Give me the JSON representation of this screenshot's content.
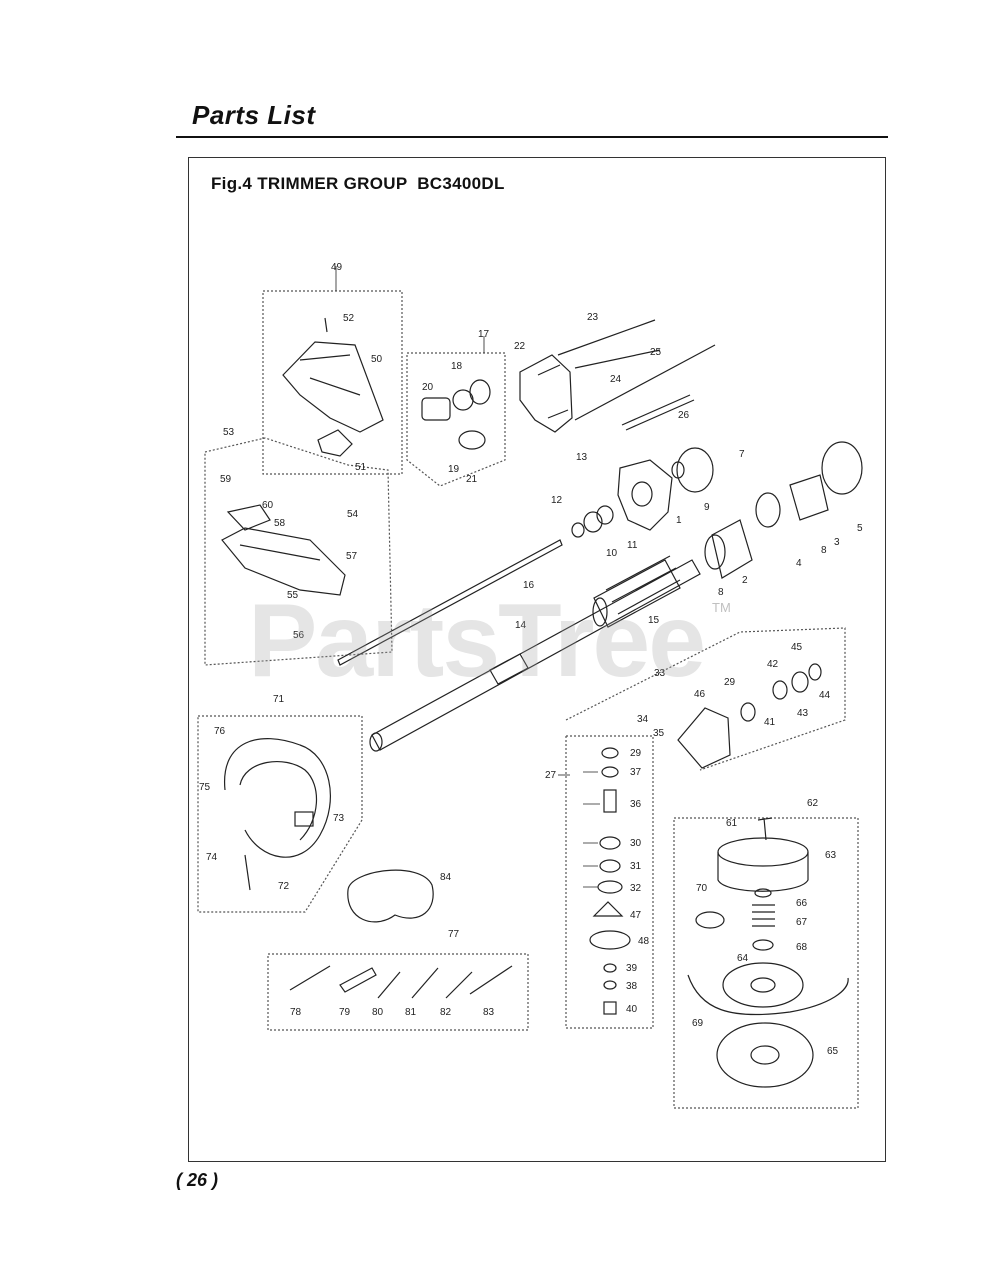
{
  "page": {
    "title": "Parts List",
    "figure_title": "Fig.4 TRIMMER GROUP  BC3400DL",
    "page_number": "( 26 )",
    "watermark": "PartsTree",
    "watermark_tm": "TM"
  },
  "callouts": [
    {
      "id": "49",
      "label": "49"
    },
    {
      "id": "52",
      "label": "52"
    },
    {
      "id": "50",
      "label": "50"
    },
    {
      "id": "51",
      "label": "51"
    },
    {
      "id": "17",
      "label": "17"
    },
    {
      "id": "18",
      "label": "18"
    },
    {
      "id": "20",
      "label": "20"
    },
    {
      "id": "19",
      "label": "19"
    },
    {
      "id": "21",
      "label": "21"
    },
    {
      "id": "22",
      "label": "22"
    },
    {
      "id": "23",
      "label": "23"
    },
    {
      "id": "24",
      "label": "24"
    },
    {
      "id": "25",
      "label": "25"
    },
    {
      "id": "26",
      "label": "26"
    },
    {
      "id": "53",
      "label": "53"
    },
    {
      "id": "59",
      "label": "59"
    },
    {
      "id": "60",
      "label": "60"
    },
    {
      "id": "58",
      "label": "58"
    },
    {
      "id": "54",
      "label": "54"
    },
    {
      "id": "57",
      "label": "57"
    },
    {
      "id": "55",
      "label": "55"
    },
    {
      "id": "56",
      "label": "56"
    },
    {
      "id": "13",
      "label": "13"
    },
    {
      "id": "12",
      "label": "12"
    },
    {
      "id": "10",
      "label": "10"
    },
    {
      "id": "11",
      "label": "11"
    },
    {
      "id": "1",
      "label": "1"
    },
    {
      "id": "9",
      "label": "9"
    },
    {
      "id": "7",
      "label": "7"
    },
    {
      "id": "5",
      "label": "5"
    },
    {
      "id": "3",
      "label": "3"
    },
    {
      "id": "8a",
      "label": "8"
    },
    {
      "id": "4",
      "label": "4"
    },
    {
      "id": "2",
      "label": "2"
    },
    {
      "id": "8b",
      "label": "8"
    },
    {
      "id": "16",
      "label": "16"
    },
    {
      "id": "15",
      "label": "15"
    },
    {
      "id": "14",
      "label": "14"
    },
    {
      "id": "45",
      "label": "45"
    },
    {
      "id": "42",
      "label": "42"
    },
    {
      "id": "44",
      "label": "44"
    },
    {
      "id": "43",
      "label": "43"
    },
    {
      "id": "41",
      "label": "41"
    },
    {
      "id": "29a",
      "label": "29"
    },
    {
      "id": "33",
      "label": "33"
    },
    {
      "id": "46",
      "label": "46"
    },
    {
      "id": "34",
      "label": "34"
    },
    {
      "id": "35",
      "label": "35"
    },
    {
      "id": "71",
      "label": "71"
    },
    {
      "id": "76",
      "label": "76"
    },
    {
      "id": "75",
      "label": "75"
    },
    {
      "id": "73",
      "label": "73"
    },
    {
      "id": "74",
      "label": "74"
    },
    {
      "id": "72",
      "label": "72"
    },
    {
      "id": "27",
      "label": "27"
    },
    {
      "id": "29b",
      "label": "29"
    },
    {
      "id": "37",
      "label": "37"
    },
    {
      "id": "36",
      "label": "36"
    },
    {
      "id": "30",
      "label": "30"
    },
    {
      "id": "31",
      "label": "31"
    },
    {
      "id": "32",
      "label": "32"
    },
    {
      "id": "47",
      "label": "47"
    },
    {
      "id": "48",
      "label": "48"
    },
    {
      "id": "39",
      "label": "39"
    },
    {
      "id": "38",
      "label": "38"
    },
    {
      "id": "40",
      "label": "40"
    },
    {
      "id": "84",
      "label": "84"
    },
    {
      "id": "77",
      "label": "77"
    },
    {
      "id": "78",
      "label": "78"
    },
    {
      "id": "79",
      "label": "79"
    },
    {
      "id": "80",
      "label": "80"
    },
    {
      "id": "81",
      "label": "81"
    },
    {
      "id": "82",
      "label": "82"
    },
    {
      "id": "83",
      "label": "83"
    },
    {
      "id": "61",
      "label": "61"
    },
    {
      "id": "62",
      "label": "62"
    },
    {
      "id": "63",
      "label": "63"
    },
    {
      "id": "70",
      "label": "70"
    },
    {
      "id": "66",
      "label": "66"
    },
    {
      "id": "67",
      "label": "67"
    },
    {
      "id": "68",
      "label": "68"
    },
    {
      "id": "64",
      "label": "64"
    },
    {
      "id": "69",
      "label": "69"
    },
    {
      "id": "65",
      "label": "65"
    }
  ]
}
